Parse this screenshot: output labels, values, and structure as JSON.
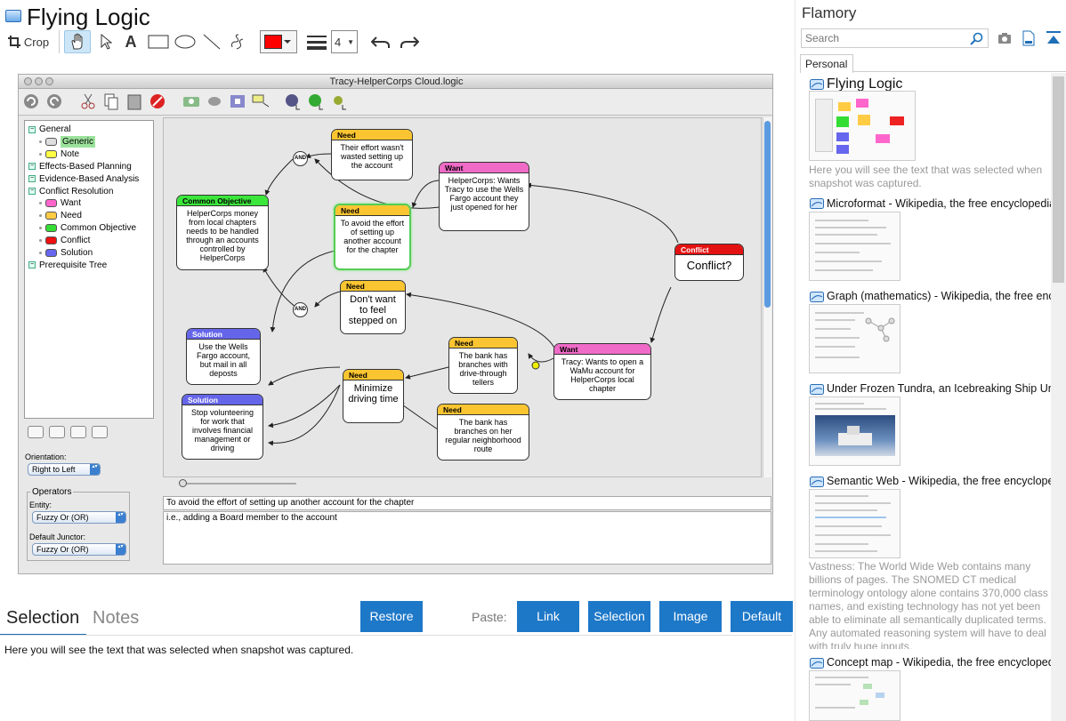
{
  "app": {
    "title": "Flying Logic"
  },
  "toolbar": {
    "crop_label": "Crop",
    "stroke_width": "4",
    "color": "#ff0000"
  },
  "fl_window": {
    "title": "Tracy-HelperCorps Cloud.logic",
    "outline": [
      {
        "label": "General",
        "type": "group"
      },
      {
        "label": "Generic",
        "type": "item",
        "color": "#dddddd",
        "selected": true
      },
      {
        "label": "Note",
        "type": "item",
        "color": "#ffff44"
      },
      {
        "label": "Effects-Based Planning",
        "type": "group"
      },
      {
        "label": "Evidence-Based Analysis",
        "type": "group"
      },
      {
        "label": "Conflict Resolution",
        "type": "group"
      },
      {
        "label": "Want",
        "type": "item",
        "color": "#ff66cc"
      },
      {
        "label": "Need",
        "type": "item",
        "color": "#ffcc44"
      },
      {
        "label": "Common Objective",
        "type": "item",
        "color": "#33dd33"
      },
      {
        "label": "Conflict",
        "type": "item",
        "color": "#ee1111"
      },
      {
        "label": "Solution",
        "type": "item",
        "color": "#6666ee"
      },
      {
        "label": "Prerequisite Tree",
        "type": "group"
      }
    ],
    "orientation_label": "Orientation:",
    "orientation_value": "Right to Left",
    "operators_label": "Operators",
    "entity_label": "Entity:",
    "entity_value": "Fuzzy Or (OR)",
    "junctor_label": "Default Junctor:",
    "junctor_value": "Fuzzy Or (OR)",
    "selected_title": "To avoid the effort of setting up another account for the chapter",
    "selected_note": "i.e., adding a Board member to the account",
    "and_label": "AND",
    "nodes": {
      "need1": {
        "head": "Need",
        "body": "Their effort wasn't wasted setting up the account"
      },
      "want1": {
        "head": "Want",
        "body": "HelperCorps: Wants Tracy to use the Wells Fargo account they just opened for her"
      },
      "common": {
        "head": "Common Objective",
        "body": "HelperCorps money from local chapters needs to be handled through an accounts controlled by HelperCorps"
      },
      "need2": {
        "head": "Need",
        "body": "To avoid the effort of setting up another account for the chapter"
      },
      "conflict": {
        "head": "Conflict",
        "body": "Conflict?"
      },
      "need3": {
        "head": "Need",
        "body": "Don't want to feel stepped on"
      },
      "solution1": {
        "head": "Solution",
        "body": "Use the Wells Fargo account, but mail in all deposts"
      },
      "need4": {
        "head": "Need",
        "body": "The bank has branches with drive-through tellers"
      },
      "want2": {
        "head": "Want",
        "body": "Tracy: Wants to open a WaMu account for HelperCorps local chapter"
      },
      "need5": {
        "head": "Need",
        "body": "Minimize driving time"
      },
      "solution2": {
        "head": "Solution",
        "body": "Stop volunteering for work that involves financial management or driving"
      },
      "need6": {
        "head": "Need",
        "body": "The bank has branches on her regular neighborhood route"
      }
    }
  },
  "bottom": {
    "tab_selection": "Selection",
    "tab_notes": "Notes",
    "restore": "Restore",
    "paste_label": "Paste:",
    "link": "Link",
    "selection": "Selection",
    "image": "Image",
    "default": "Default",
    "text": "Here you will see the text that was selected when snapshot was captured."
  },
  "flamory": {
    "title": "Flamory",
    "search_placeholder": "Search",
    "tab_personal": "Personal",
    "snapshots": [
      {
        "title": "Flying Logic",
        "desc": "Here you will see the text that was selected when snapshot was captured."
      },
      {
        "title": "Microformat - Wikipedia, the free encyclopedia"
      },
      {
        "title": "Graph (mathematics) - Wikipedia, the free ency"
      },
      {
        "title": "Under Frozen Tundra, an Icebreaking Ship Unco"
      },
      {
        "title": "Semantic Web - Wikipedia, the free encycloped",
        "desc": "Vastness: The World Wide Web contains many billions of pages. The SNOMED CT medical terminology ontology alone contains 370,000 class names, and existing technology has not yet been able to eliminate all semantically duplicated terms. Any automated reasoning system will have to deal with truly huge inputs."
      },
      {
        "title": "Concept map - Wikipedia, the free encyclopedi"
      }
    ]
  }
}
